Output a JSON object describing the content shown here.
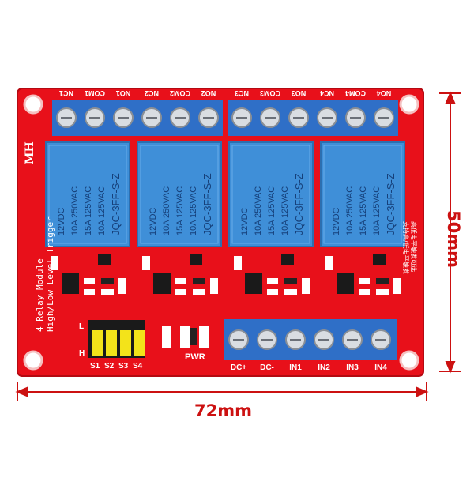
{
  "dimensions": {
    "width": "72mm",
    "height": "50mm"
  },
  "board": {
    "silk_mh": "MH",
    "module_name": "4 Relay Module",
    "trigger_text": "High/Low Level Trigger",
    "pwr_label": "PWR",
    "jumper_labels": [
      "S1",
      "S2",
      "S3",
      "S4"
    ],
    "jumper_side_labels": [
      "H",
      "L"
    ],
    "terminal_pins_top": [
      "NC1",
      "COM1",
      "NO1",
      "NC2",
      "COM2",
      "NO2",
      "NC3",
      "COM3",
      "NO3",
      "NC4",
      "COM4",
      "NO4"
    ],
    "terminal_pins_bottom": [
      "DC+",
      "DC-",
      "IN1",
      "IN2",
      "IN3",
      "IN4"
    ],
    "chinese_note_line1": "高低电平触发可选",
    "chinese_note_line2": "支持高/低电平触发"
  },
  "relay": {
    "lines": [
      "12VDC",
      "10A 250VAC",
      "15A 125VAC",
      "10A 125VAC",
      "JQC-3FF-S-Z"
    ]
  },
  "colors": {
    "pcb": "#e8101a",
    "pcb_edge": "#b40a12",
    "relay_body": "#3f8fd8",
    "relay_text": "#16407a",
    "terminal": "#2f6fc7",
    "jumper": "#f3e31a",
    "dimension": "#cc1111"
  }
}
